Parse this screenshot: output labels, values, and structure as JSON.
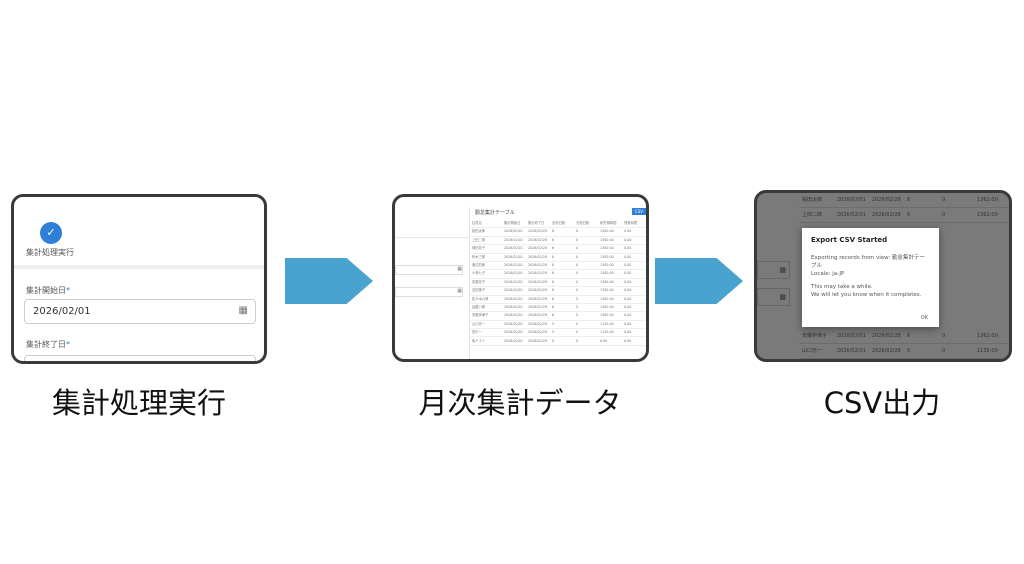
{
  "steps": [
    {
      "caption": "集計処理実行",
      "screen": {
        "step_label": "集計処理実行",
        "start_label": "集計開始日",
        "start_value": "2026/02/01",
        "end_label": "集計終了日",
        "required_mark": "*"
      }
    },
    {
      "caption": "月次集計データ",
      "screen": {
        "table_title": "勤怠集計テーブル",
        "export_button": "CSV",
        "headers": [
          "社員名",
          "集計開始日",
          "集計終了日",
          "出勤日数",
          "欠勤日数",
          "総労働時間",
          "残業時間"
        ],
        "rows": [
          [
            "桜田太郎",
            "2026/02/01",
            "2026/02/28",
            "6",
            "0",
            "1362:00",
            "0.00"
          ],
          [
            "上田二郎",
            "2026/02/01",
            "2026/02/28",
            "6",
            "0",
            "1362:00",
            "0.00"
          ],
          [
            "神田花子",
            "2026/02/01",
            "2026/02/28",
            "6",
            "0",
            "1362:00",
            "0.00"
          ],
          [
            "鈴木三郎",
            "2026/02/01",
            "2026/02/28",
            "6",
            "0",
            "1362:00",
            "0.00"
          ],
          [
            "渡辺四郎",
            "2026/02/01",
            "2026/02/28",
            "6",
            "0",
            "1362:00",
            "0.00"
          ],
          [
            "小林七子",
            "2026/02/01",
            "2026/02/28",
            "6",
            "0",
            "1362:00",
            "0.00"
          ],
          [
            "佐藤花子",
            "2026/02/01",
            "2026/02/28",
            "6",
            "0",
            "1362:00",
            "0.00"
          ],
          [
            "吉田美子",
            "2026/02/01",
            "2026/02/28",
            "6",
            "0",
            "1362:00",
            "0.00"
          ],
          [
            "佐々木六郎",
            "2026/02/01",
            "2026/02/28",
            "6",
            "0",
            "1362:00",
            "0.00"
          ],
          [
            "遠藤八郎",
            "2026/02/01",
            "2026/02/28",
            "6",
            "0",
            "1362:00",
            "0.00"
          ],
          [
            "安藤伊津子",
            "2026/02/01",
            "2026/02/28",
            "6",
            "0",
            "1362:00",
            "0.00"
          ],
          [
            "山口光一",
            "2026/02/01",
            "2026/02/28",
            "5",
            "0",
            "1135:00",
            "0.00"
          ],
          [
            "田中一",
            "2026/02/01",
            "2026/02/28",
            "5",
            "0",
            "1135:00",
            "0.00"
          ],
          [
            "坂テスト",
            "2026/02/01",
            "2026/02/28",
            "0",
            "0",
            "0.00",
            "0.00"
          ]
        ]
      }
    },
    {
      "caption": "CSV出力",
      "screen": {
        "dialog_title": "Export CSV Started",
        "line1": "Exporting records from view: 勤怠集計テーブル",
        "line2": "Locale: ja-JP",
        "line3": "This may take a while.",
        "line4": "We will let you know when it completes.",
        "ok": "OK"
      }
    }
  ],
  "colors": {
    "arrow": "#4aa3cf",
    "accent": "#2f7fd6"
  }
}
